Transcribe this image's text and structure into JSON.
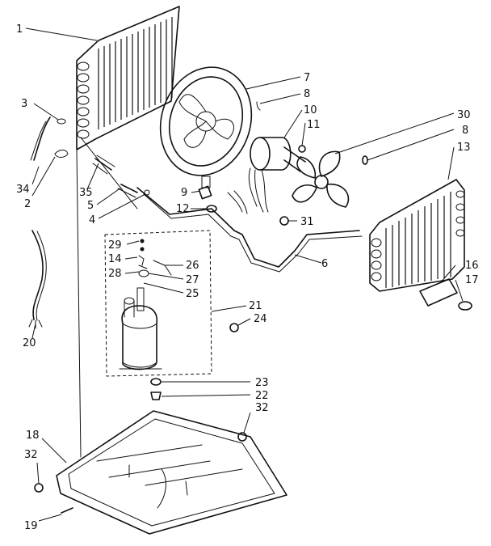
{
  "callouts": {
    "c1": "1",
    "c2": "2",
    "c3": "3",
    "c4": "4",
    "c5": "5",
    "c6": "6",
    "c7": "7",
    "c8a": "8",
    "c8b": "8",
    "c9": "9",
    "c10": "10",
    "c11": "11",
    "c12": "12",
    "c13": "13",
    "c14": "14",
    "c16": "16",
    "c17": "17",
    "c18": "18",
    "c19": "19",
    "c20": "20",
    "c21": "21",
    "c22": "22",
    "c23": "23",
    "c24": "24",
    "c25": "25",
    "c26": "26",
    "c27": "27",
    "c28": "28",
    "c29": "29",
    "c30": "30",
    "c31": "31",
    "c32a": "32",
    "c32b": "32",
    "c34": "34",
    "c35": "35"
  }
}
